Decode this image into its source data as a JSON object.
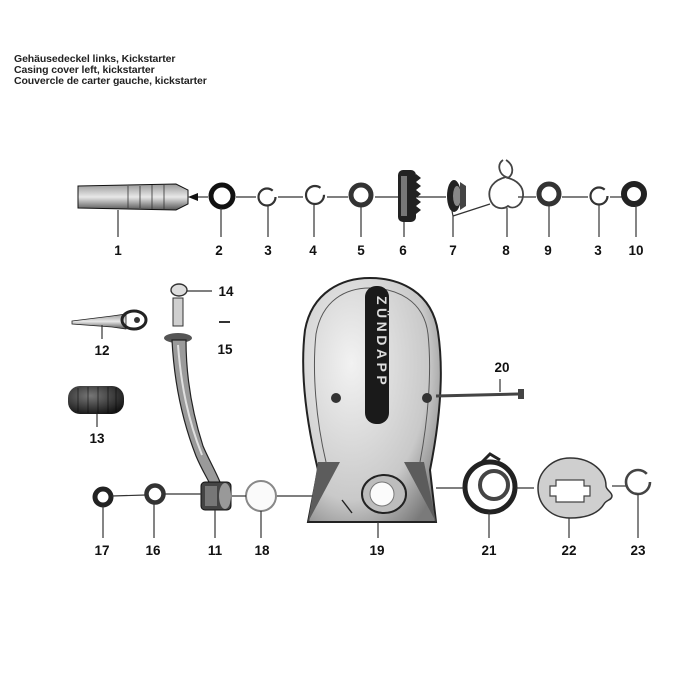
{
  "title": {
    "de": "Gehäusedeckel links, Kickstarter",
    "en": "Casing cover left, kickstarter",
    "fr": "Couvercle de carter gauche, kickstarter"
  },
  "cover_brand": "ZÜNDAPP",
  "part_numbers": {
    "p1": "1",
    "p2": "2",
    "p3a": "3",
    "p4": "4",
    "p5": "5",
    "p6": "6",
    "p7": "7",
    "p8": "8",
    "p9": "9",
    "p3b": "3",
    "p10": "10",
    "p11": "11",
    "p12": "12",
    "p13": "13",
    "p14": "14",
    "p15": "15",
    "p16": "16",
    "p17": "17",
    "p18": "18",
    "p19": "19",
    "p20": "20",
    "p21": "21",
    "p22": "22",
    "p23": "23"
  },
  "colors": {
    "ink": "#111111",
    "paper": "#ffffff",
    "shade": "#8a8a8a"
  }
}
